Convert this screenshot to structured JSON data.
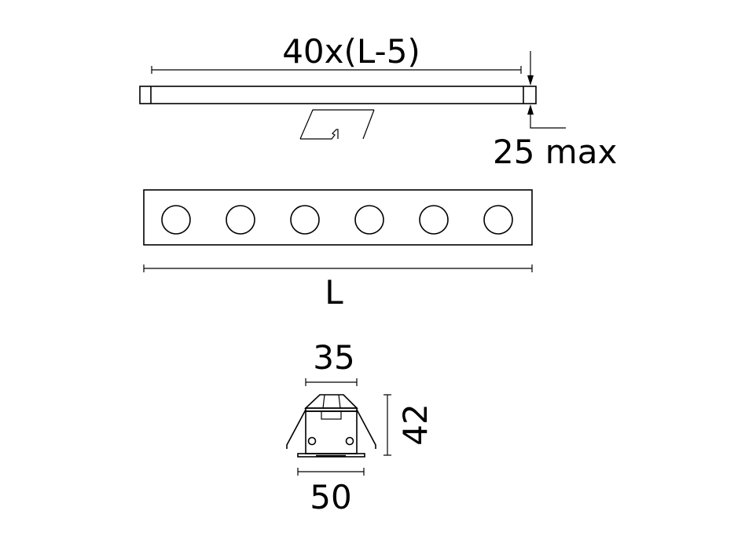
{
  "labels": {
    "strip_pitch": "40x(L-5)",
    "height_max": "25 max",
    "length": "L",
    "top_width": "35",
    "height": "42",
    "bottom_width": "50"
  },
  "fixture": {
    "led_count": 6
  },
  "colors": {
    "line": "#000000",
    "background": "#ffffff"
  }
}
